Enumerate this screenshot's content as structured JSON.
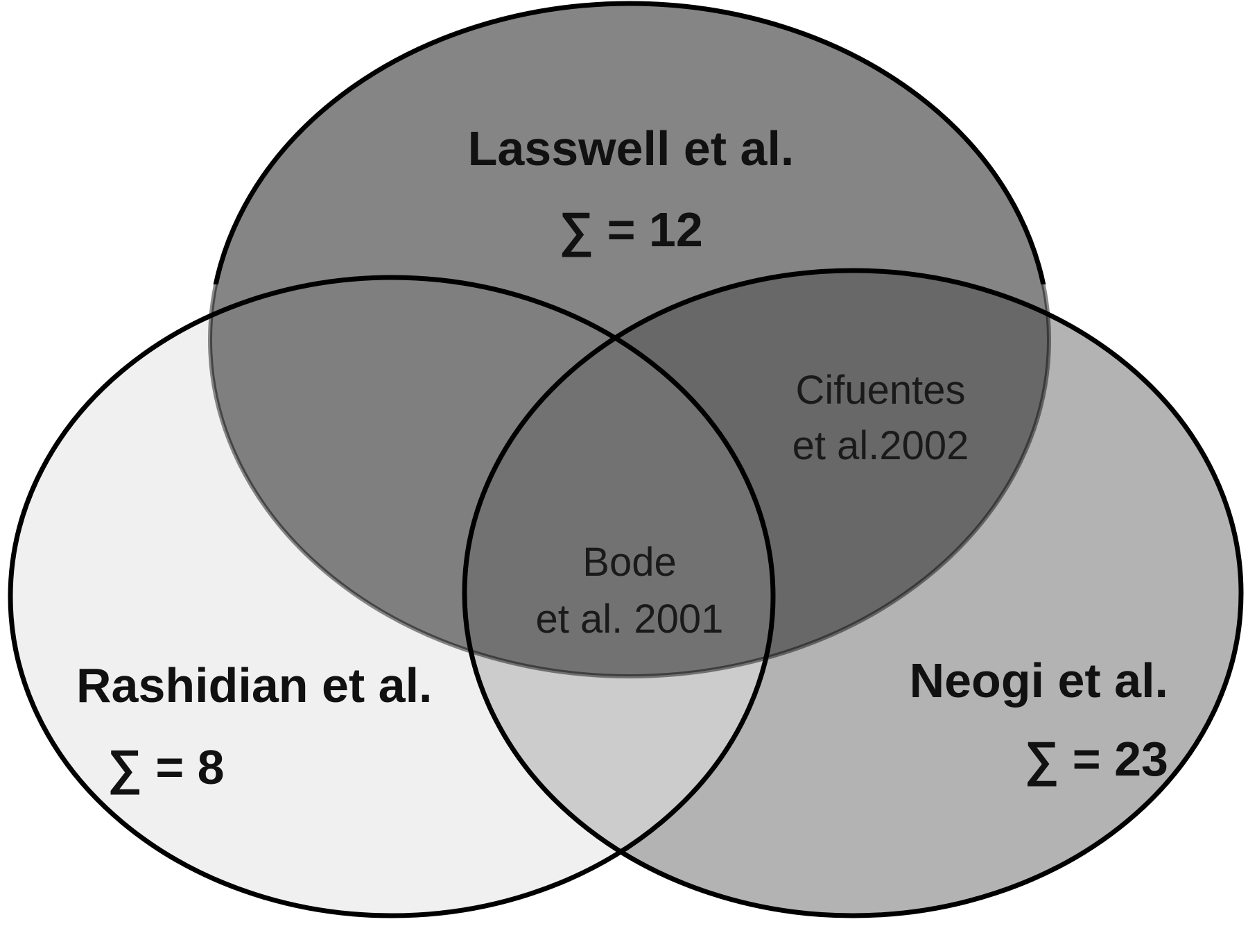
{
  "sets": [
    {
      "id": "lasswell",
      "label": "Lasswell et al.",
      "count": "∑ = 12",
      "fill": "#555555"
    },
    {
      "id": "neogi",
      "label": "Neogi et al.",
      "count": "∑ = 23",
      "fill": "#9e9e9e"
    },
    {
      "id": "rashidian",
      "label": "Rashidian et al.",
      "count": "∑ = 8",
      "fill": "#f0f0f0"
    }
  ],
  "overlaps": {
    "cifuentes": {
      "line1": "Cifuentes",
      "line2": "et al.2002"
    },
    "bode": {
      "line1": "Bode",
      "line2": "et al. 2001"
    }
  },
  "colors": {
    "outline": "#000000",
    "background": "#ffffff"
  }
}
